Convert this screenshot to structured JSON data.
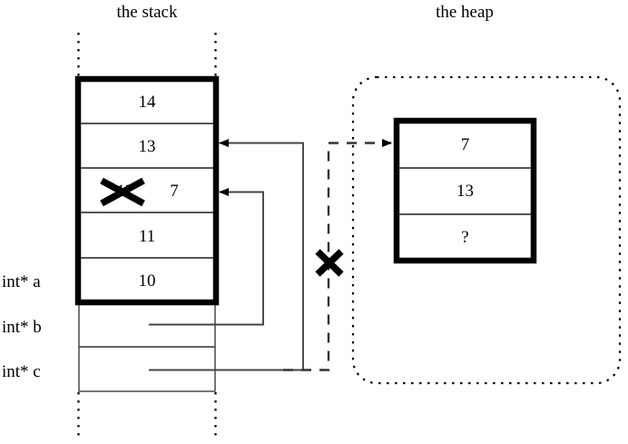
{
  "titles": {
    "stack": "the stack",
    "heap": "the heap"
  },
  "stack": {
    "frame_cells": [
      {
        "value": "14"
      },
      {
        "value": "13"
      },
      {
        "value": "12",
        "struck": true,
        "new_value": "7"
      },
      {
        "value": "11"
      },
      {
        "value": "10"
      }
    ],
    "pointer_cells": [
      {
        "label": "int* b",
        "value": ""
      },
      {
        "label": "int* c",
        "value": ""
      }
    ],
    "labels": {
      "a": "int* a",
      "b": "int* b",
      "c": "int* c"
    }
  },
  "heap": {
    "cells": [
      {
        "value": "7"
      },
      {
        "value": "13"
      },
      {
        "value": "?"
      }
    ]
  },
  "annotations": {
    "struck_cell_mark": "x-cross-mark",
    "broken_pointer_mark": "x-cross-mark"
  },
  "colors": {
    "stroke": "#000000",
    "thin_stroke": "#404040",
    "background": "#ffffff"
  }
}
